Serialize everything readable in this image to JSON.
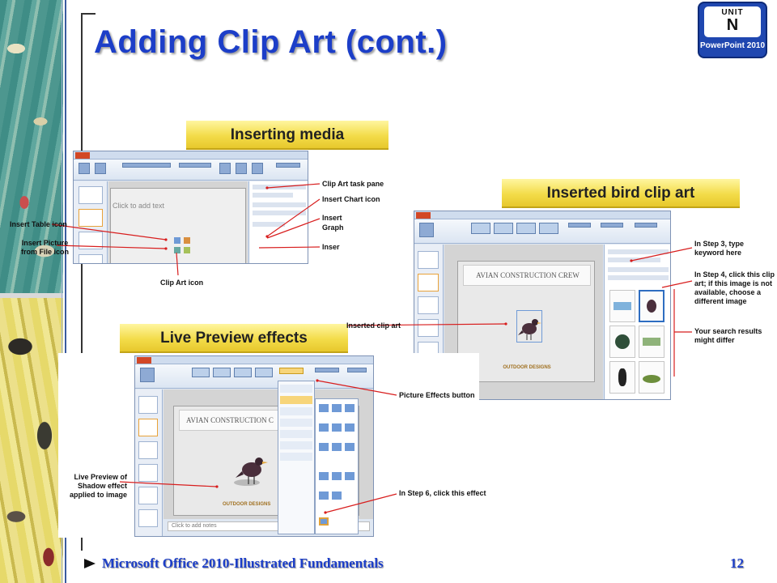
{
  "slide": {
    "title": "Adding Clip Art (cont.)",
    "footer": "Microsoft Office 2010-Illustrated Fundamentals",
    "page_number": "12"
  },
  "badge": {
    "unit_word": "UNIT",
    "unit_letter": "N",
    "product": "PowerPoint 2010"
  },
  "banners": {
    "inserting_media": "Inserting media",
    "inserted_bird": "Inserted bird clip art",
    "live_preview": "Live Preview effects"
  },
  "screenshot1": {
    "placeholder": "Click to add text",
    "callouts": {
      "clip_art_pane": "Clip Art task pane",
      "insert_chart": "Insert Chart icon",
      "insert_graphic_partial": "Insert",
      "insert_graphic_partial2": "Graph",
      "insert_partial": "Inser",
      "insert_table": "Insert Table icon",
      "insert_picture": "Insert Picture",
      "insert_picture_2": "from File icon",
      "clip_art_icon": "Clip Art icon"
    }
  },
  "screenshot2": {
    "slide_title": "AVIAN CONSTRUCTION CREW",
    "footer_logo": "OUTDOOR DESIGNS",
    "callouts": {
      "step3": "In Step 3, type\nkeyword here",
      "step4": "In Step 4, click this clip\nart; if this image is not\navailable, choose a\ndifferent image",
      "results": "Your search results\nmight differ",
      "inserted": "Inserted clip art"
    }
  },
  "screenshot3": {
    "slide_title": "AVIAN CONSTRUCTION C",
    "footer_logo": "OUTDOOR DESIGNS",
    "notes": "Click to add notes",
    "callouts": {
      "picture_effects": "Picture Effects button",
      "live_preview": "Live Preview of\nShadow effect\napplied to image",
      "step6": "In Step 6, click this effect"
    }
  },
  "colors": {
    "title": "#1c3ec8",
    "banner": "#f3dc4a",
    "badge": "#1f47b0",
    "callout_line": "#d81e1e"
  }
}
